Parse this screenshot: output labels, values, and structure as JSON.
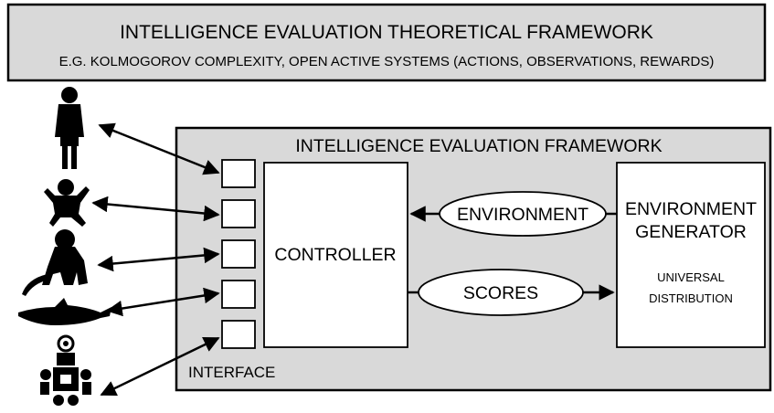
{
  "theory_box": {
    "title": "INTELLIGENCE EVALUATION THEORETICAL FRAMEWORK",
    "subtitle": "E.G. KOLMOGOROV COMPLEXITY, OPEN ACTIVE SYSTEMS (ACTIONS, OBSERVATIONS, REWARDS)"
  },
  "framework_box": {
    "title": "INTELLIGENCE EVALUATION FRAMEWORK",
    "interface_label": "INTERFACE"
  },
  "controller": {
    "label": "CONTROLLER"
  },
  "environment_ellipse": {
    "label": "ENVIRONMENT"
  },
  "scores_ellipse": {
    "label": "SCORES"
  },
  "generator": {
    "title_line1": "ENVIRONMENT",
    "title_line2": "GENERATOR",
    "sub_line1": "UNIVERSAL",
    "sub_line2": "DISTRIBUTION"
  },
  "subjects": [
    {
      "icon": "human-woman-icon"
    },
    {
      "icon": "human-baby-icon"
    },
    {
      "icon": "monkey-icon"
    },
    {
      "icon": "dolphin-icon"
    },
    {
      "icon": "robot-icon"
    }
  ],
  "colors": {
    "box_fill": "#d9d9d9",
    "inner_fill": "#ffffff",
    "stroke": "#000000"
  }
}
